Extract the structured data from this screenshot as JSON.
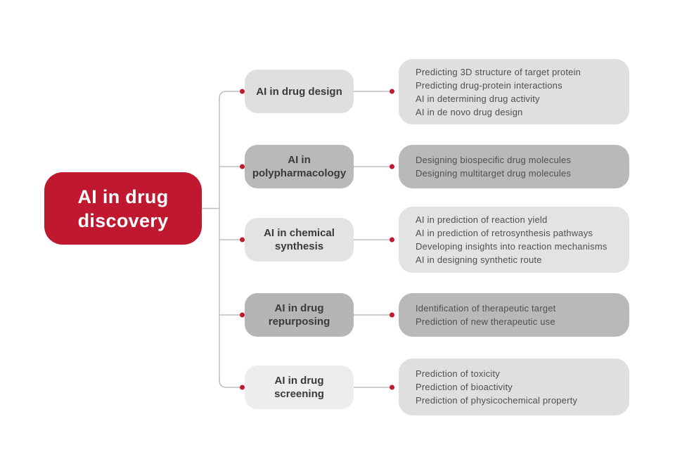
{
  "diagram": {
    "title": "AI in drug discovery mind map",
    "root": {
      "label": "AI in drug discovery"
    },
    "branches": [
      {
        "label": "AI in drug design",
        "tone": "light",
        "items": [
          "Predicting 3D structure of target protein",
          "Predicting drug-protein interactions",
          "AI in determining drug activity",
          "AI in de novo drug design"
        ]
      },
      {
        "label": "AI in polypharmacology",
        "tone": "dark",
        "items": [
          "Designing biospecific drug molecules",
          "Designing multitarget drug molecules"
        ]
      },
      {
        "label": "AI in chemical synthesis",
        "tone": "light",
        "items": [
          "AI in prediction of reaction yield",
          "AI in prediction of retrosynthesis pathways",
          "Developing insights into reaction mechanisms",
          "AI in designing synthetic route"
        ]
      },
      {
        "label": "AI in drug repurposing",
        "tone": "dark",
        "items": [
          "Identification of therapeutic target",
          "Prediction of new therapeutic use"
        ]
      },
      {
        "label": "AI in drug screening",
        "tone": "lighter",
        "items": [
          "Prediction of toxicity",
          "Prediction of bioactivity",
          "Prediction of physicochemical property"
        ]
      }
    ],
    "colors": {
      "accent_red": "#C0182F",
      "connector_gray": "#BEBEBE",
      "box_light_gray": "#DFDFDF",
      "box_lighter_gray": "#EDEDED",
      "box_dark_gray": "#B9B9B9",
      "label_text": "#3A3A3A",
      "item_text": "#4F4F4F",
      "root_text": "#FFFFFF",
      "background": "#FFFFFF"
    }
  }
}
